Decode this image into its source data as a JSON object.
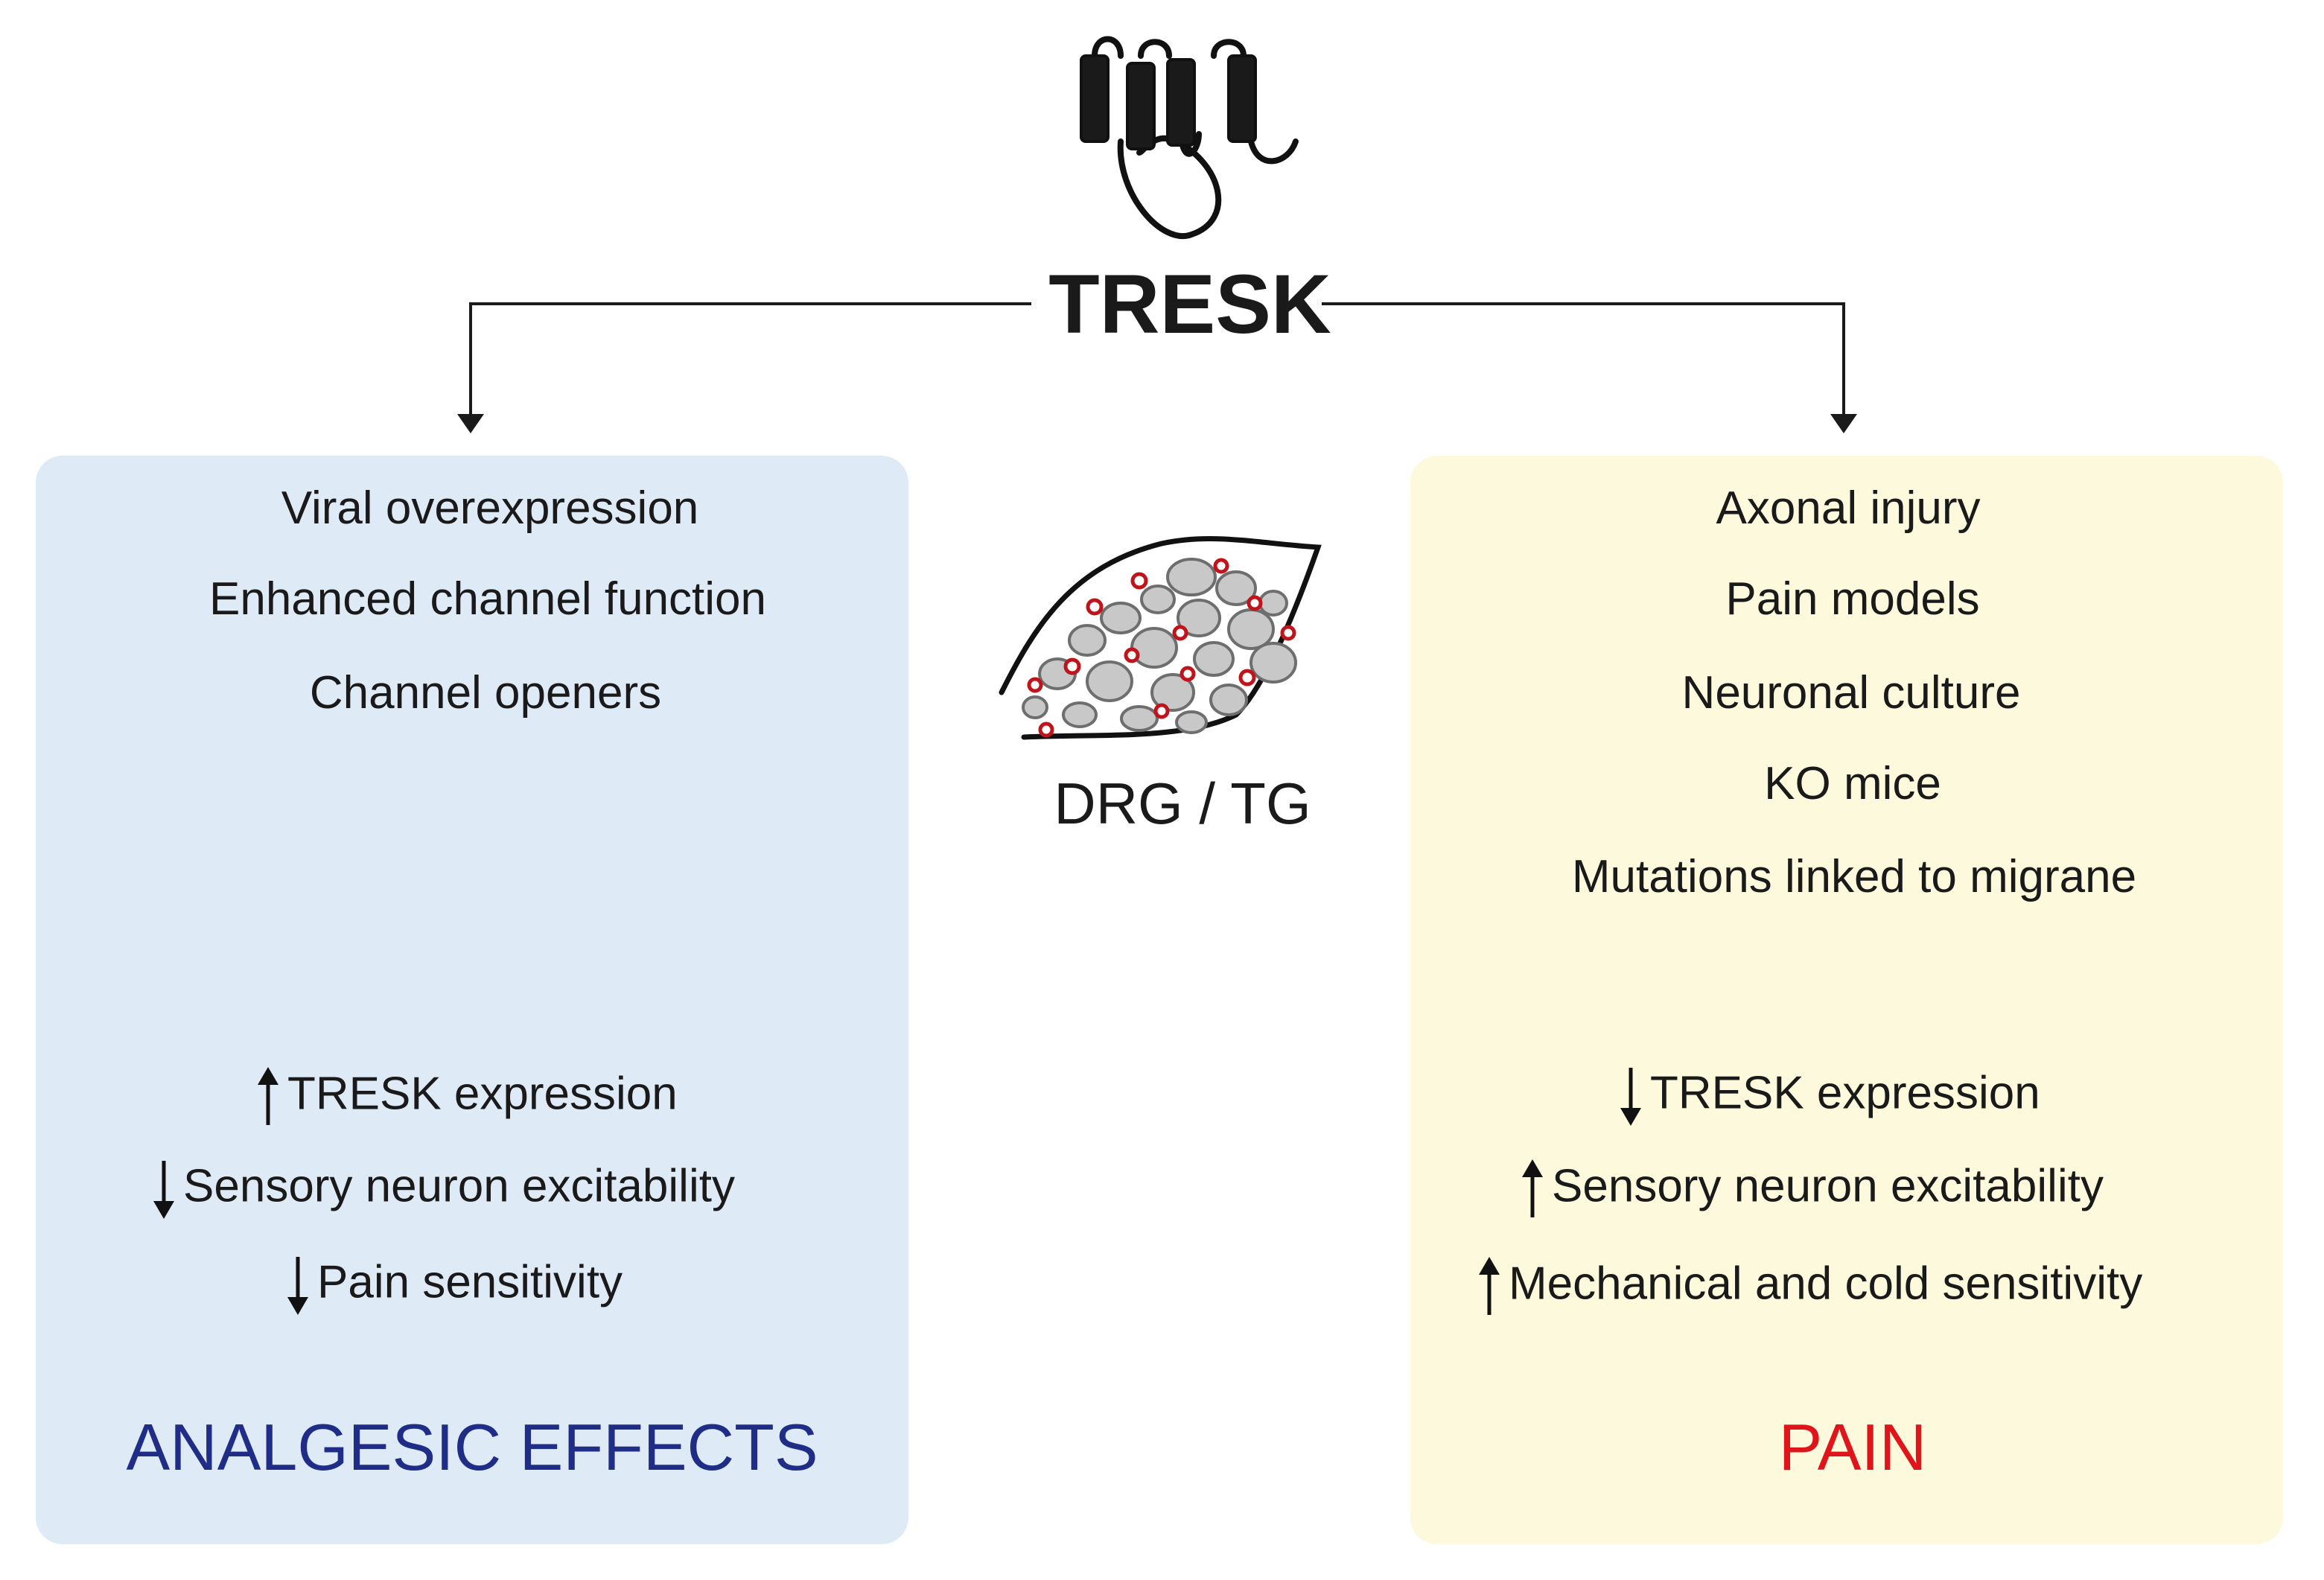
{
  "title": "TRESK",
  "center_label": "DRG / TG",
  "left": {
    "causes": [
      "Viral overexpression",
      "Enhanced channel function",
      "Channel openers"
    ],
    "effects": [
      {
        "direction": "up",
        "text": "TRESK expression"
      },
      {
        "direction": "down",
        "text": "Sensory neuron excitability"
      },
      {
        "direction": "down",
        "text": "Pain sensitivity"
      }
    ],
    "outcome": "ANALGESIC EFFECTS",
    "outcome_color": "#1f2d86",
    "background": "#deeaf6"
  },
  "right": {
    "causes": [
      "Axonal injury",
      "Pain models",
      "Neuronal culture",
      "KO mice",
      "Mutations linked to migrane"
    ],
    "effects": [
      {
        "direction": "down",
        "text": "TRESK expression"
      },
      {
        "direction": "up",
        "text": "Sensory neuron excitability"
      },
      {
        "direction": "up",
        "text": "Mechanical and cold sensitivity"
      }
    ],
    "outcome": "PAIN",
    "outcome_color": "#e0141b",
    "background": "#fdf9dc"
  },
  "icons": {
    "channel": "tresk-channel-icon",
    "ganglion": "drg-tissue-icon"
  }
}
